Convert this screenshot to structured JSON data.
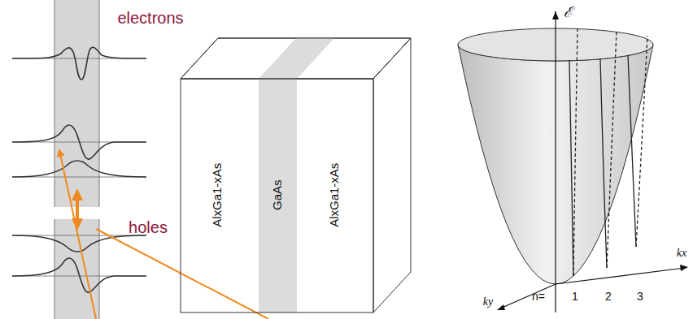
{
  "diagram": {
    "labels": [
      "electrons",
      "holes",
      "AlxGa1-xAs",
      "GaAs",
      "AlxGa1-xAs",
      "ℰ",
      "kx",
      "ky",
      "n=",
      "1",
      "2",
      "3"
    ]
  }
}
